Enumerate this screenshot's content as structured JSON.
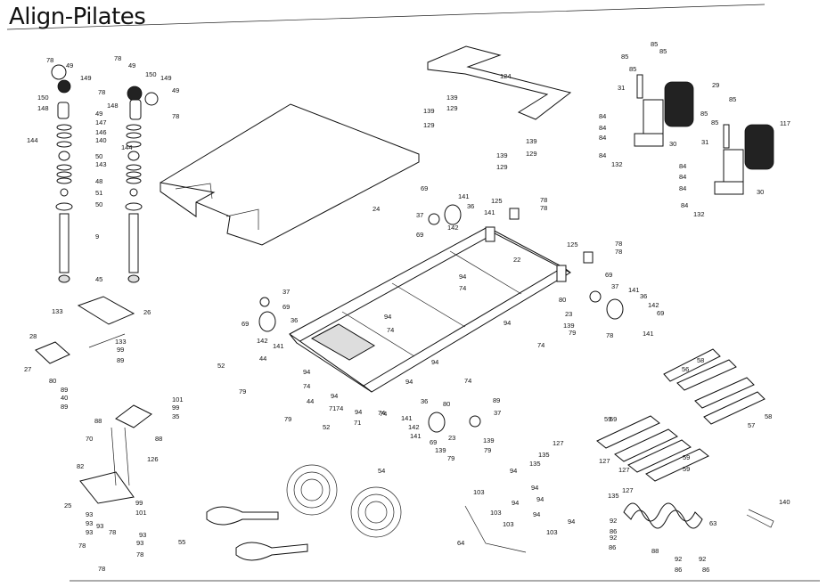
{
  "brand": {
    "title": "Align-Pilates"
  },
  "callouts": [
    {
      "id": "c1",
      "text": "78"
    },
    {
      "id": "c2",
      "text": "49"
    },
    {
      "id": "c3",
      "text": "150"
    },
    {
      "id": "c4",
      "text": "149"
    },
    {
      "id": "c5",
      "text": "148"
    },
    {
      "id": "c6",
      "text": "78"
    },
    {
      "id": "c7",
      "text": "49"
    },
    {
      "id": "c8",
      "text": "147"
    },
    {
      "id": "c9",
      "text": "146"
    },
    {
      "id": "c10",
      "text": "140"
    },
    {
      "id": "c11",
      "text": "144"
    },
    {
      "id": "c12",
      "text": "50"
    },
    {
      "id": "c13",
      "text": "143"
    },
    {
      "id": "c14",
      "text": "48"
    },
    {
      "id": "c15",
      "text": "51"
    },
    {
      "id": "c16",
      "text": "50"
    },
    {
      "id": "c17",
      "text": "9"
    },
    {
      "id": "c18",
      "text": "45"
    },
    {
      "id": "c19",
      "text": "78"
    },
    {
      "id": "c20",
      "text": "49"
    },
    {
      "id": "c21",
      "text": "150"
    },
    {
      "id": "c22",
      "text": "149"
    },
    {
      "id": "c23",
      "text": "148"
    },
    {
      "id": "c24",
      "text": "49"
    },
    {
      "id": "c25",
      "text": "78"
    },
    {
      "id": "c26",
      "text": "144"
    },
    {
      "id": "c27",
      "text": "124"
    },
    {
      "id": "c28",
      "text": "24"
    },
    {
      "id": "c29",
      "text": "139"
    },
    {
      "id": "c30",
      "text": "139"
    },
    {
      "id": "c31",
      "text": "129"
    },
    {
      "id": "c32",
      "text": "129"
    },
    {
      "id": "c33",
      "text": "139"
    },
    {
      "id": "c34",
      "text": "129"
    },
    {
      "id": "c35",
      "text": "139"
    },
    {
      "id": "c36",
      "text": "129"
    },
    {
      "id": "c37",
      "text": "85"
    },
    {
      "id": "c38",
      "text": "85"
    },
    {
      "id": "c39",
      "text": "85"
    },
    {
      "id": "c40",
      "text": "85"
    },
    {
      "id": "c41",
      "text": "31"
    },
    {
      "id": "c42",
      "text": "29"
    },
    {
      "id": "c43",
      "text": "84"
    },
    {
      "id": "c44",
      "text": "84"
    },
    {
      "id": "c45",
      "text": "84"
    },
    {
      "id": "c46",
      "text": "84"
    },
    {
      "id": "c47",
      "text": "30"
    },
    {
      "id": "c48",
      "text": "132"
    },
    {
      "id": "c49",
      "text": "85"
    },
    {
      "id": "c50",
      "text": "85"
    },
    {
      "id": "c51",
      "text": "85"
    },
    {
      "id": "c52",
      "text": "31"
    },
    {
      "id": "c53",
      "text": "117"
    },
    {
      "id": "c54",
      "text": "84"
    },
    {
      "id": "c55",
      "text": "84"
    },
    {
      "id": "c56",
      "text": "84"
    },
    {
      "id": "c57",
      "text": "84"
    },
    {
      "id": "c58",
      "text": "30"
    },
    {
      "id": "c59",
      "text": "132"
    },
    {
      "id": "c60",
      "text": "69"
    },
    {
      "id": "c61",
      "text": "141"
    },
    {
      "id": "c62",
      "text": "36"
    },
    {
      "id": "c63",
      "text": "37"
    },
    {
      "id": "c64",
      "text": "141"
    },
    {
      "id": "c65",
      "text": "142"
    },
    {
      "id": "c66",
      "text": "69"
    },
    {
      "id": "c67",
      "text": "125"
    },
    {
      "id": "c68",
      "text": "78"
    },
    {
      "id": "c69",
      "text": "78"
    },
    {
      "id": "c70",
      "text": "22"
    },
    {
      "id": "c71",
      "text": "125"
    },
    {
      "id": "c72",
      "text": "78"
    },
    {
      "id": "c73",
      "text": "78"
    },
    {
      "id": "c74",
      "text": "94"
    },
    {
      "id": "c75",
      "text": "74"
    },
    {
      "id": "c76",
      "text": "69"
    },
    {
      "id": "c77",
      "text": "80"
    },
    {
      "id": "c78",
      "text": "37"
    },
    {
      "id": "c79",
      "text": "141"
    },
    {
      "id": "c80",
      "text": "36"
    },
    {
      "id": "c81",
      "text": "23"
    },
    {
      "id": "c82",
      "text": "139"
    },
    {
      "id": "c83",
      "text": "79"
    },
    {
      "id": "c84",
      "text": "142"
    },
    {
      "id": "c85",
      "text": "69"
    },
    {
      "id": "c86",
      "text": "141"
    },
    {
      "id": "c87",
      "text": "78"
    },
    {
      "id": "c88",
      "text": "94"
    },
    {
      "id": "c89",
      "text": "74"
    },
    {
      "id": "c90",
      "text": "37"
    },
    {
      "id": "c91",
      "text": "69"
    },
    {
      "id": "c92",
      "text": "36"
    },
    {
      "id": "c93",
      "text": "69"
    },
    {
      "id": "c94",
      "text": "142"
    },
    {
      "id": "c95",
      "text": "141"
    },
    {
      "id": "c96",
      "text": "94"
    },
    {
      "id": "c97",
      "text": "74"
    },
    {
      "id": "c98",
      "text": "133"
    },
    {
      "id": "c99",
      "text": "26"
    },
    {
      "id": "c100",
      "text": "28"
    },
    {
      "id": "c101",
      "text": "133"
    },
    {
      "id": "c102",
      "text": "99"
    },
    {
      "id": "c103",
      "text": "89"
    },
    {
      "id": "c104",
      "text": "27"
    },
    {
      "id": "c105",
      "text": "80"
    },
    {
      "id": "c106",
      "text": "89"
    },
    {
      "id": "c107",
      "text": "40"
    },
    {
      "id": "c108",
      "text": "89"
    },
    {
      "id": "c109",
      "text": "52"
    },
    {
      "id": "c110",
      "text": "44"
    },
    {
      "id": "c111",
      "text": "79"
    },
    {
      "id": "c112",
      "text": "94"
    },
    {
      "id": "c113",
      "text": "74"
    },
    {
      "id": "c114",
      "text": "94"
    },
    {
      "id": "c115",
      "text": "74"
    },
    {
      "id": "c116",
      "text": "94"
    },
    {
      "id": "c117",
      "text": "74"
    },
    {
      "id": "c118",
      "text": "94"
    },
    {
      "id": "c119",
      "text": "74"
    },
    {
      "id": "c120",
      "text": "44"
    },
    {
      "id": "c121",
      "text": "71"
    },
    {
      "id": "c122",
      "text": "94"
    },
    {
      "id": "c123",
      "text": "71"
    },
    {
      "id": "c124",
      "text": "74"
    },
    {
      "id": "c125",
      "text": "79"
    },
    {
      "id": "c126",
      "text": "52"
    },
    {
      "id": "c127",
      "text": "101"
    },
    {
      "id": "c128",
      "text": "99"
    },
    {
      "id": "c129",
      "text": "35"
    },
    {
      "id": "c130",
      "text": "88"
    },
    {
      "id": "c131",
      "text": "70"
    },
    {
      "id": "c132",
      "text": "88"
    },
    {
      "id": "c133",
      "text": "126"
    },
    {
      "id": "c134",
      "text": "82"
    },
    {
      "id": "c135",
      "text": "25"
    },
    {
      "id": "c136",
      "text": "99"
    },
    {
      "id": "c137",
      "text": "101"
    },
    {
      "id": "c138",
      "text": "93"
    },
    {
      "id": "c139",
      "text": "93"
    },
    {
      "id": "c140",
      "text": "93"
    },
    {
      "id": "c141",
      "text": "78"
    },
    {
      "id": "c142",
      "text": "93"
    },
    {
      "id": "c143",
      "text": "78"
    },
    {
      "id": "c144",
      "text": "93"
    },
    {
      "id": "c145",
      "text": "93"
    },
    {
      "id": "c146",
      "text": "78"
    },
    {
      "id": "c147",
      "text": "78"
    },
    {
      "id": "c148",
      "text": "36"
    },
    {
      "id": "c149",
      "text": "80"
    },
    {
      "id": "c150",
      "text": "89"
    },
    {
      "id": "c151",
      "text": "141"
    },
    {
      "id": "c152",
      "text": "37"
    },
    {
      "id": "c153",
      "text": "142"
    },
    {
      "id": "c154",
      "text": "23"
    },
    {
      "id": "c155",
      "text": "141"
    },
    {
      "id": "c156",
      "text": "69"
    },
    {
      "id": "c157",
      "text": "139"
    },
    {
      "id": "c158",
      "text": "139"
    },
    {
      "id": "c159",
      "text": "79"
    },
    {
      "id": "c160",
      "text": "79"
    },
    {
      "id": "c161",
      "text": "54"
    },
    {
      "id": "c162",
      "text": "55"
    },
    {
      "id": "c163",
      "text": "58"
    },
    {
      "id": "c164",
      "text": "56"
    },
    {
      "id": "c165",
      "text": "58"
    },
    {
      "id": "c166",
      "text": "57"
    },
    {
      "id": "c167",
      "text": "59"
    },
    {
      "id": "c168",
      "text": "59"
    },
    {
      "id": "c169",
      "text": "59"
    },
    {
      "id": "c170",
      "text": "59"
    },
    {
      "id": "c171",
      "text": "127"
    },
    {
      "id": "c172",
      "text": "127"
    },
    {
      "id": "c173",
      "text": "127"
    },
    {
      "id": "c174",
      "text": "127"
    },
    {
      "id": "c175",
      "text": "135"
    },
    {
      "id": "c176",
      "text": "135"
    },
    {
      "id": "c177",
      "text": "135"
    },
    {
      "id": "c178",
      "text": "94"
    },
    {
      "id": "c179",
      "text": "94"
    },
    {
      "id": "c180",
      "text": "94"
    },
    {
      "id": "c181",
      "text": "94"
    },
    {
      "id": "c182",
      "text": "94"
    },
    {
      "id": "c183",
      "text": "94"
    },
    {
      "id": "c184",
      "text": "103"
    },
    {
      "id": "c185",
      "text": "103"
    },
    {
      "id": "c186",
      "text": "103"
    },
    {
      "id": "c187",
      "text": "103"
    },
    {
      "id": "c188",
      "text": "64"
    },
    {
      "id": "c189",
      "text": "63"
    },
    {
      "id": "c190",
      "text": "92"
    },
    {
      "id": "c191",
      "text": "86"
    },
    {
      "id": "c192",
      "text": "92"
    },
    {
      "id": "c193",
      "text": "86"
    },
    {
      "id": "c194",
      "text": "88"
    },
    {
      "id": "c195",
      "text": "92"
    },
    {
      "id": "c196",
      "text": "86"
    },
    {
      "id": "c197",
      "text": "92"
    },
    {
      "id": "c198",
      "text": "86"
    },
    {
      "id": "c199",
      "text": "140"
    }
  ]
}
